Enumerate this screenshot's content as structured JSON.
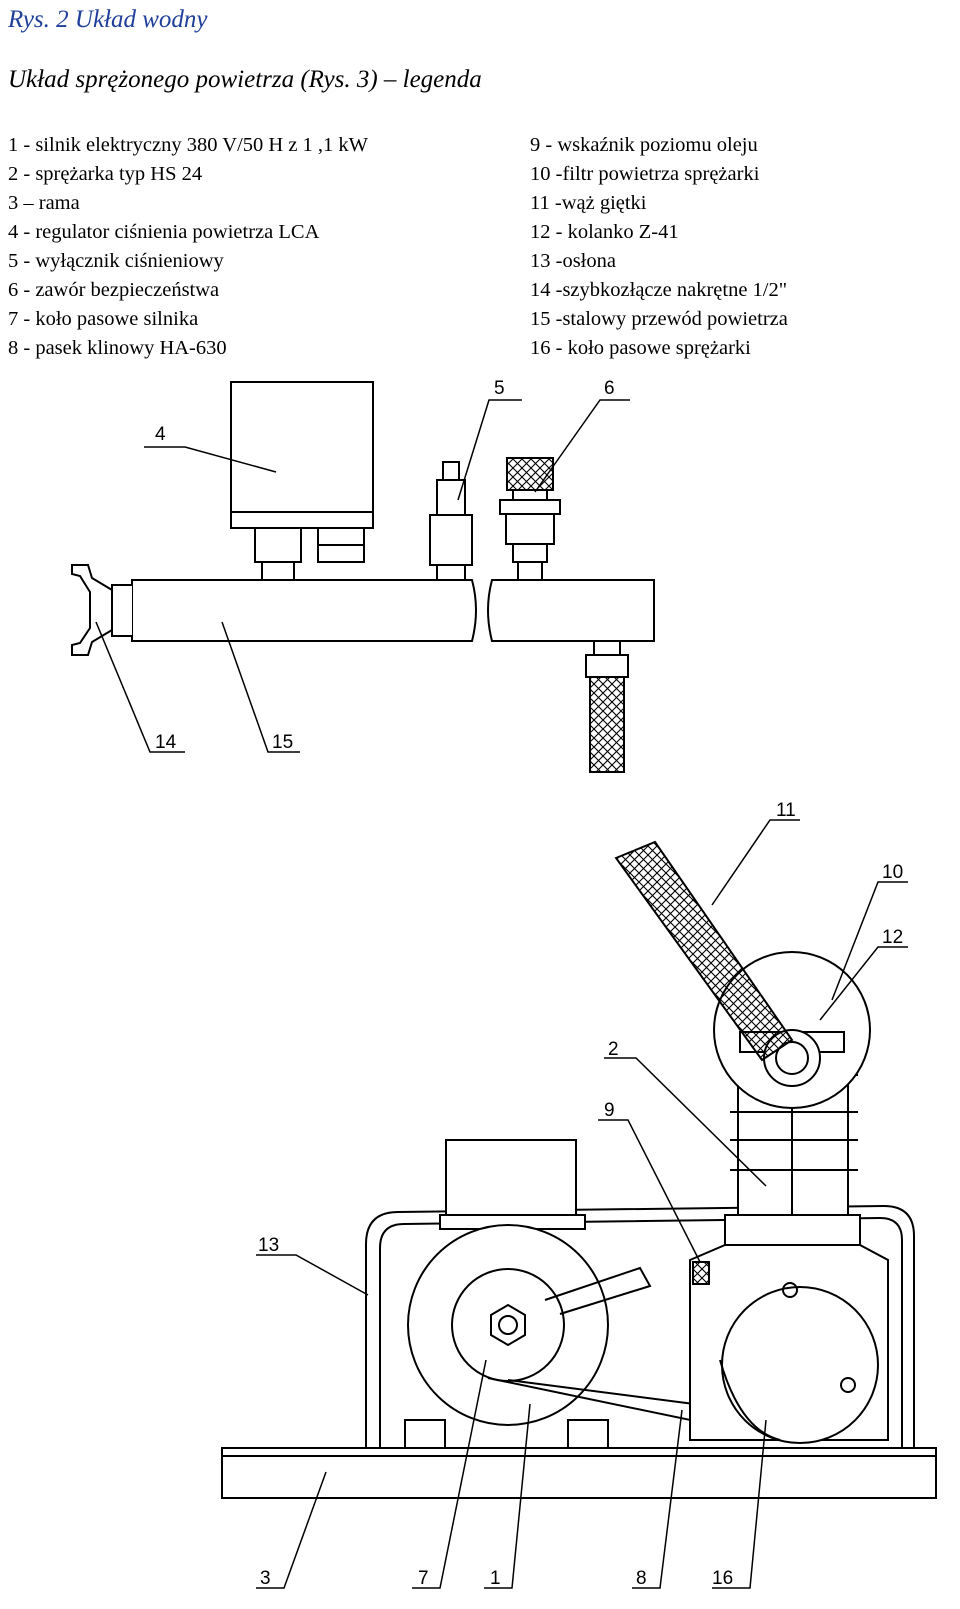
{
  "headings": {
    "title": "Rys. 2 Układ wodny",
    "subtitle": "Układ sprężonego powietrza (Rys. 3) – legenda"
  },
  "legend": {
    "left": [
      "1 - silnik elektryczny 380 V/50 H z 1 ,1 kW",
      "2 - sprężarka typ HS 24",
      "3 – rama",
      "4 - regulator ciśnienia powietrza LCA",
      "5 - wyłącznik ciśnieniowy",
      "6 - zawór bezpieczeństwa",
      "7 - koło pasowe silnika",
      "8 - pasek klinowy HA-630"
    ],
    "right": [
      "9 - wskaźnik poziomu oleju",
      "10 -filtr powietrza sprężarki",
      "11 -wąż giętki",
      "12 - kolanko Z-41",
      "13 -osłona",
      "14 -szybkozłącze nakrętne 1/2\"",
      "15 -stalowy przewód powietrza",
      "16 - koło pasowe sprężarki"
    ]
  },
  "callouts": {
    "c1": "1",
    "c2": "2",
    "c3": "3",
    "c4": "4",
    "c5": "5",
    "c6": "6",
    "c7": "7",
    "c8": "8",
    "c9": "9",
    "c10": "10",
    "c11": "11",
    "c12": "12",
    "c13": "13",
    "c14": "14",
    "c15": "15",
    "c16": "16"
  },
  "colors": {
    "title": "#1f3f9a",
    "ink": "#000000"
  }
}
